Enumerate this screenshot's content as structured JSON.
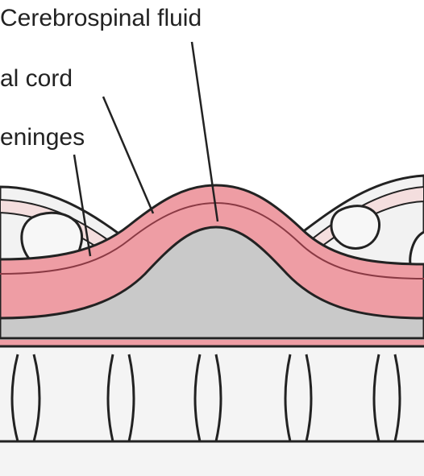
{
  "diagram": {
    "labels": {
      "csf": "Cerebrospinal fluid",
      "cord": "al cord",
      "meninges": "eninges"
    }
  },
  "colors": {
    "cord_pink": "#ee9da4",
    "csf_gray": "#c9c9c9",
    "tissue_light": "#f2f2f2",
    "outline": "#222222",
    "dura_band": "#f4dede"
  }
}
